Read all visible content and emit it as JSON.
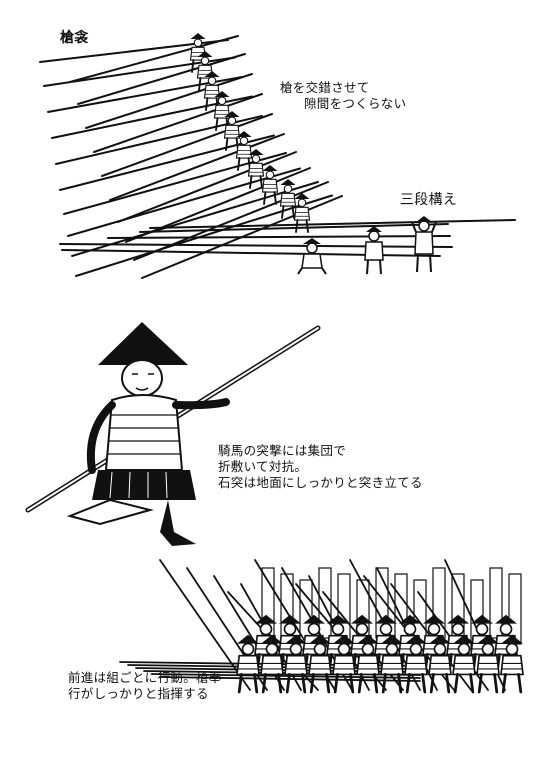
{
  "colors": {
    "ink": "#111111",
    "paper": "#ffffff"
  },
  "panels": {
    "formation": {
      "heading": "槍衾",
      "caption_lines": [
        "槍を交錯させて",
        "隙間をつくらない"
      ],
      "sub_heading": "三段構え"
    },
    "kneeling": {
      "caption_lines": [
        "騎馬の突撃には集団で",
        "折敷いて対抗。",
        "石突は地面にしっかりと突き立てる"
      ]
    },
    "advance": {
      "caption_lines": [
        "前進は組ごとに行動。槍奉",
        "行がしっかりと指揮する"
      ]
    }
  }
}
